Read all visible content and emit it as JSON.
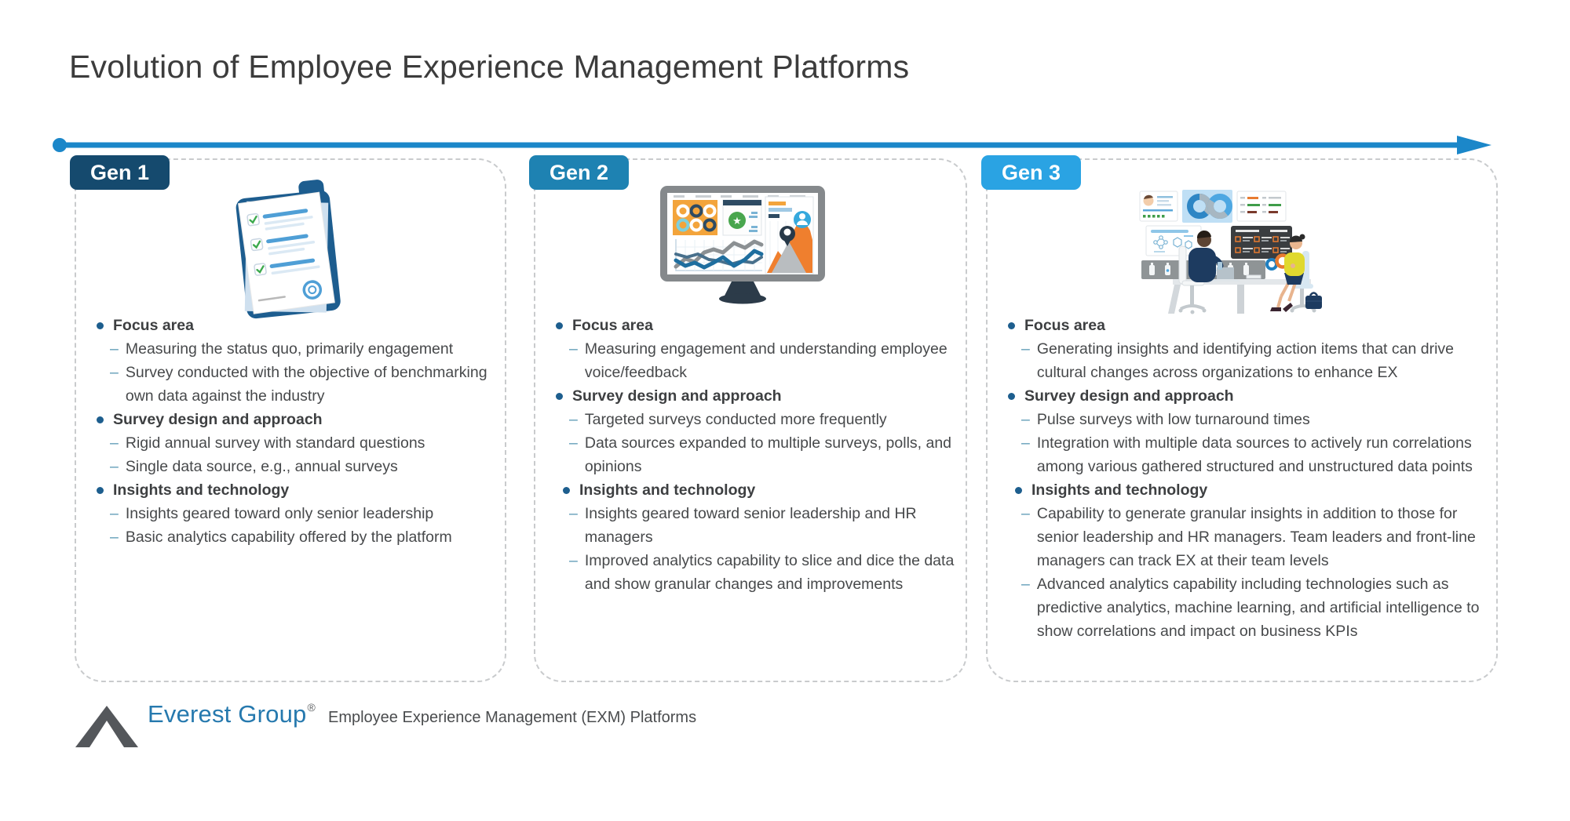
{
  "title": "Evolution of Employee Experience Management Platforms",
  "timeline": {
    "color": "#1b87c9",
    "direction": "left-to-right"
  },
  "panels": [
    {
      "badge": {
        "label": "Gen 1",
        "color": "#154a6e"
      },
      "illustration": "survey-clipboard",
      "sections": [
        {
          "heading": "Focus area",
          "items": [
            "Measuring the status quo, primarily engagement",
            "Survey conducted with the objective of benchmarking own data against the industry"
          ]
        },
        {
          "heading": "Survey design and approach",
          "items": [
            "Rigid annual survey with standard questions",
            "Single data source, e.g., annual surveys"
          ]
        },
        {
          "heading": "Insights and technology",
          "items": [
            "Insights geared toward only senior leadership",
            "Basic analytics capability offered by the platform"
          ]
        }
      ]
    },
    {
      "badge": {
        "label": "Gen 2",
        "color": "#1e82b2"
      },
      "illustration": "dashboard-monitor",
      "sections": [
        {
          "heading": "Focus area",
          "items": [
            "Measuring engagement and understanding employee voice/feedback"
          ]
        },
        {
          "heading": "Survey design and approach",
          "items": [
            "Targeted surveys conducted more frequently",
            "Data sources expanded to multiple surveys, polls, and opinions"
          ]
        },
        {
          "heading": "Insights and technology",
          "items": [
            "Insights geared toward senior leadership and HR managers",
            "Improved analytics capability to slice and dice the data and show granular changes and improvements"
          ]
        }
      ]
    },
    {
      "badge": {
        "label": "Gen 3",
        "color": "#2aa3e3"
      },
      "illustration": "analytics-team-control-room",
      "sections": [
        {
          "heading": "Focus area",
          "items": [
            "Generating insights and identifying action items that can drive cultural changes across organizations to enhance EX"
          ]
        },
        {
          "heading": "Survey design and approach",
          "items": [
            "Pulse surveys with low turnaround times",
            "Integration with multiple data sources to actively run correlations among various gathered structured and unstructured data points"
          ]
        },
        {
          "heading": "Insights and technology",
          "items": [
            "Capability to generate granular insights in addition to those for senior leadership and HR managers. Team leaders and front-line managers can track EX at their team levels",
            "Advanced analytics capability including technologies such as predictive analytics, machine learning, and artificial intelligence to show correlations and impact on business KPIs"
          ]
        }
      ]
    }
  ],
  "footer": {
    "logo_text": "Everest Group",
    "logo_reg": "®",
    "caption": "Employee Experience Management (EXM) Platforms"
  },
  "colors": {
    "title_text": "#3c3c3c",
    "timeline_blue": "#1b87c9",
    "badge_gen1": "#154a6e",
    "badge_gen2": "#1e82b2",
    "badge_gen3": "#2aa3e3",
    "bullet_dot": "#1d5e8e",
    "sub_dash": "#5b9ab5",
    "body_text": "#47494b",
    "panel_border": "#c9cbcd",
    "logo_blue": "#2679ae"
  }
}
